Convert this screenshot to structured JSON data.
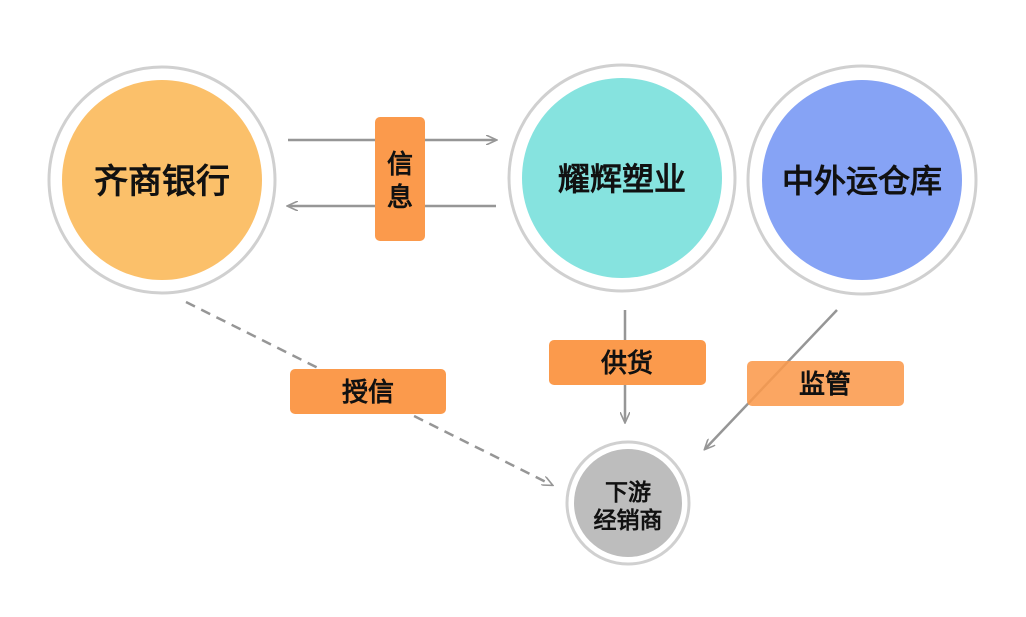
{
  "nodes": {
    "bank": {
      "label": "齐商银行",
      "fill": "#FBC06A"
    },
    "plastics": {
      "label": "耀辉塑业",
      "fill": "#86E3DF"
    },
    "warehouse": {
      "label": "中外运仓库",
      "fill": "#86A3F5"
    },
    "distributor": {
      "line1": "下游",
      "line2": "经销商",
      "fill": "#BDBDBD"
    }
  },
  "edges": {
    "information": {
      "char1": "信",
      "char2": "息"
    },
    "credit": {
      "label": "授信"
    },
    "supply": {
      "label": "供货"
    },
    "supervision": {
      "label": "监管"
    }
  },
  "colors": {
    "label_box": "#FB9A4C",
    "arrow": "#969696",
    "ring": "#D0D0D0",
    "text": "#111111"
  }
}
